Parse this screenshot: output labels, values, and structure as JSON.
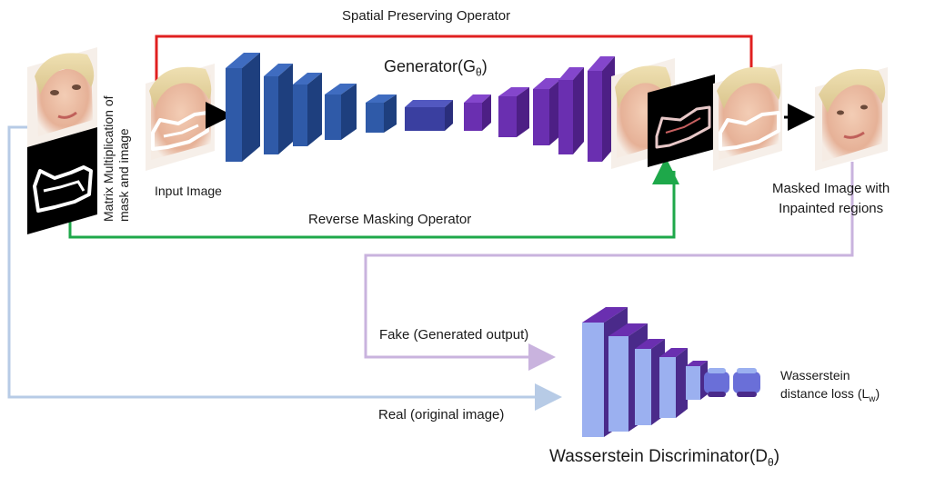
{
  "labels": {
    "spatial_op": "Spatial Preserving Operator",
    "reverse_op": "Reverse Masking Operator",
    "generator_title": "Generator(G",
    "generator_sub": "θ",
    "input_image": "Input Image",
    "matrix_line1": "Matrix Multiplication  of",
    "matrix_line2": "mask and image",
    "masked_line1": "Masked Image with",
    "masked_line2": "Inpainted regions",
    "fake": "Fake (Generated output)",
    "real": "Real  (original image)",
    "wloss_line1": "Wasserstein",
    "wloss_line2": "distance loss (L",
    "wloss_sub": "w",
    "disc_title": "Wasserstein Discriminator(D",
    "disc_sub": "θ",
    "close_paren": ")"
  },
  "colors": {
    "spatial_arrow": "#e02020",
    "reverse_arrow": "#1ea84a",
    "fake_arrow": "#c9b3de",
    "real_arrow": "#b7cbe6",
    "generator_encoder": "#2f5aa8",
    "generator_bottleneck": "#3a3fa0",
    "generator_decoder": "#6a2fb0",
    "discriminator": "#9bb0f0"
  },
  "icons": [
    "face-photo",
    "mask-image",
    "masked-face",
    "arrow-right"
  ]
}
